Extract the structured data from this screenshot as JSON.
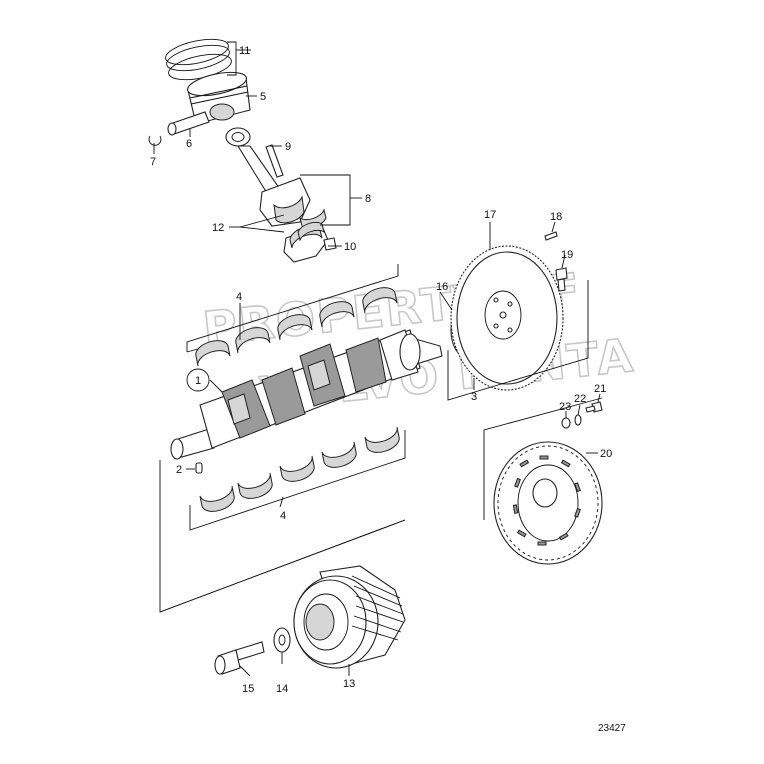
{
  "figure_number": "23427",
  "watermark": {
    "line1": "PROPERTY OF",
    "line2": "VOLVO PENTA"
  },
  "callouts": [
    {
      "id": "1",
      "label": "1"
    },
    {
      "id": "2",
      "label": "2"
    },
    {
      "id": "3",
      "label": "3"
    },
    {
      "id": "4-top",
      "label": "4"
    },
    {
      "id": "4-bottom",
      "label": "4"
    },
    {
      "id": "5",
      "label": "5"
    },
    {
      "id": "6",
      "label": "6"
    },
    {
      "id": "7",
      "label": "7"
    },
    {
      "id": "8",
      "label": "8"
    },
    {
      "id": "9",
      "label": "9"
    },
    {
      "id": "10",
      "label": "10"
    },
    {
      "id": "11",
      "label": "11"
    },
    {
      "id": "12",
      "label": "12"
    },
    {
      "id": "13",
      "label": "13"
    },
    {
      "id": "14",
      "label": "14"
    },
    {
      "id": "15",
      "label": "15"
    },
    {
      "id": "16",
      "label": "16"
    },
    {
      "id": "17",
      "label": "17"
    },
    {
      "id": "18",
      "label": "18"
    },
    {
      "id": "19",
      "label": "19"
    },
    {
      "id": "20",
      "label": "20"
    },
    {
      "id": "21",
      "label": "21"
    },
    {
      "id": "22",
      "label": "22"
    },
    {
      "id": "23",
      "label": "23"
    }
  ],
  "colors": {
    "line": "#111111",
    "part_fill": "#ffffff",
    "shade": "#d6d6d6",
    "watermark": "#c8c8c8"
  }
}
